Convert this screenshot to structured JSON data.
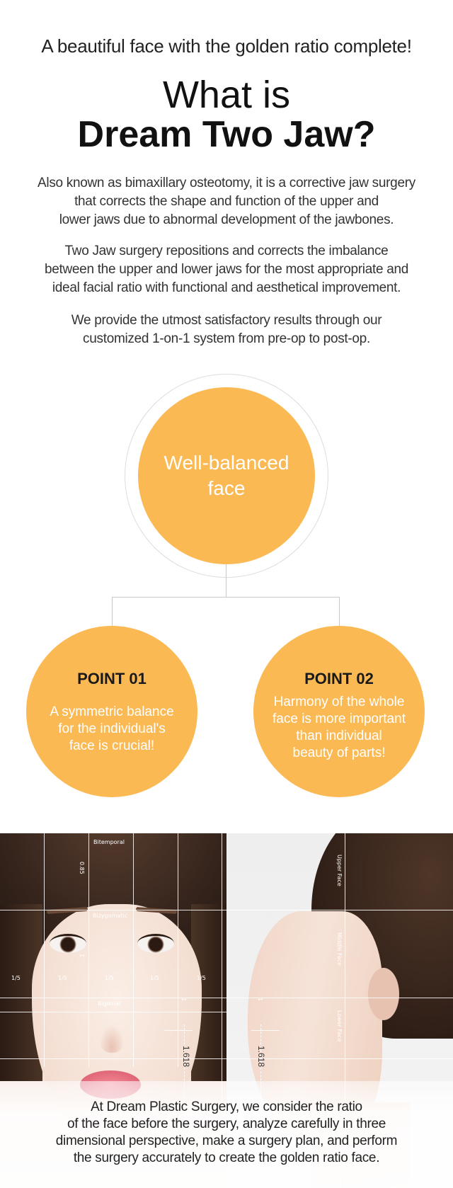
{
  "header": {
    "tagline": "A beautiful face with the golden ratio complete!",
    "title_line1": "What is",
    "title_line2": "Dream Two Jaw?"
  },
  "intro": {
    "p1": [
      "Also known as bimaxillary osteotomy, it is a corrective jaw surgery",
      "that corrects the shape and function  of the upper and",
      "lower jaws due to abnormal development of the jawbones."
    ],
    "p2": [
      "Two Jaw surgery repositions and corrects the imbalance",
      "between the upper and lower jaws  for the most appropriate and",
      "ideal facial ratio with functional and aesthetical improvement."
    ],
    "p3": [
      "We provide the utmost satisfactory results through our",
      "customized 1-on-1 system from pre-op to post-op."
    ]
  },
  "diagram": {
    "center": [
      "Well-balanced",
      "face"
    ],
    "points": [
      {
        "title": "POINT 01",
        "lines": [
          "A symmetric balance",
          "for the individual's",
          "face is crucial!"
        ]
      },
      {
        "title": "POINT 02",
        "lines": [
          "Harmony of the whole",
          "face is more important",
          "than individual",
          "beauty of parts!"
        ]
      }
    ],
    "colors": {
      "circle": "#fbb954",
      "ring": "#dcdcdc",
      "connector": "#c8c8c8"
    }
  },
  "photo_labels": {
    "bitemporal": "Bitemporal",
    "bizygomatic": "Bizygomatic",
    "bigonial": "Bigonial",
    "ratio_085": "0.85",
    "ratio_1_a": "1",
    "fifths": [
      "1/5",
      "1/5",
      "1/5",
      "1/5",
      "1/5"
    ],
    "ratio_1_b": "1",
    "ratio_1618_left": "1.618",
    "ratio_1_c": "1",
    "ratio_1618_right": "1.618",
    "upper_face": "Upper Face",
    "middle_face": "Middle Face",
    "lower_face": "Lower Face"
  },
  "closing": [
    "At Dream Plastic Surgery, we consider the ratio",
    "of the face before the surgery, analyze carefully in three",
    "dimensional perspective, make a surgery plan, and perform",
    "the surgery accurately to create the golden ratio face."
  ]
}
